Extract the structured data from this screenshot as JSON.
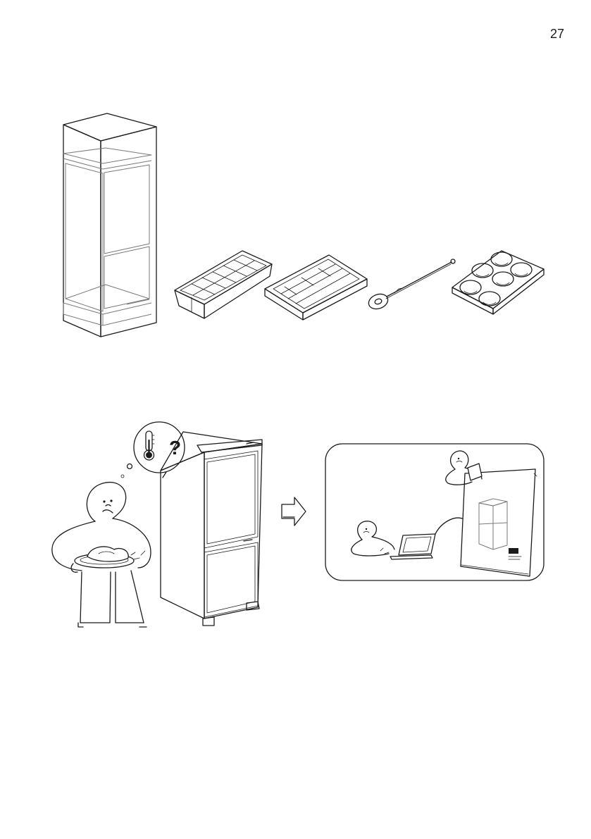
{
  "page": {
    "number": "27",
    "mark_text": "?"
  },
  "illustrations": {
    "top": [
      "built-in-fridge-cabinet",
      "ice-cube-tray",
      "divider-tray",
      "cleaning-rod",
      "egg-tray"
    ],
    "bottom": [
      "person-holding-food",
      "thermometer-question-bubble",
      "fridge-open",
      "arrow-icon",
      "manual-and-online-help-panel"
    ]
  },
  "colors": {
    "line": "#1a1a1a",
    "grey_line": "#7a7a7a",
    "background": "#ffffff"
  }
}
